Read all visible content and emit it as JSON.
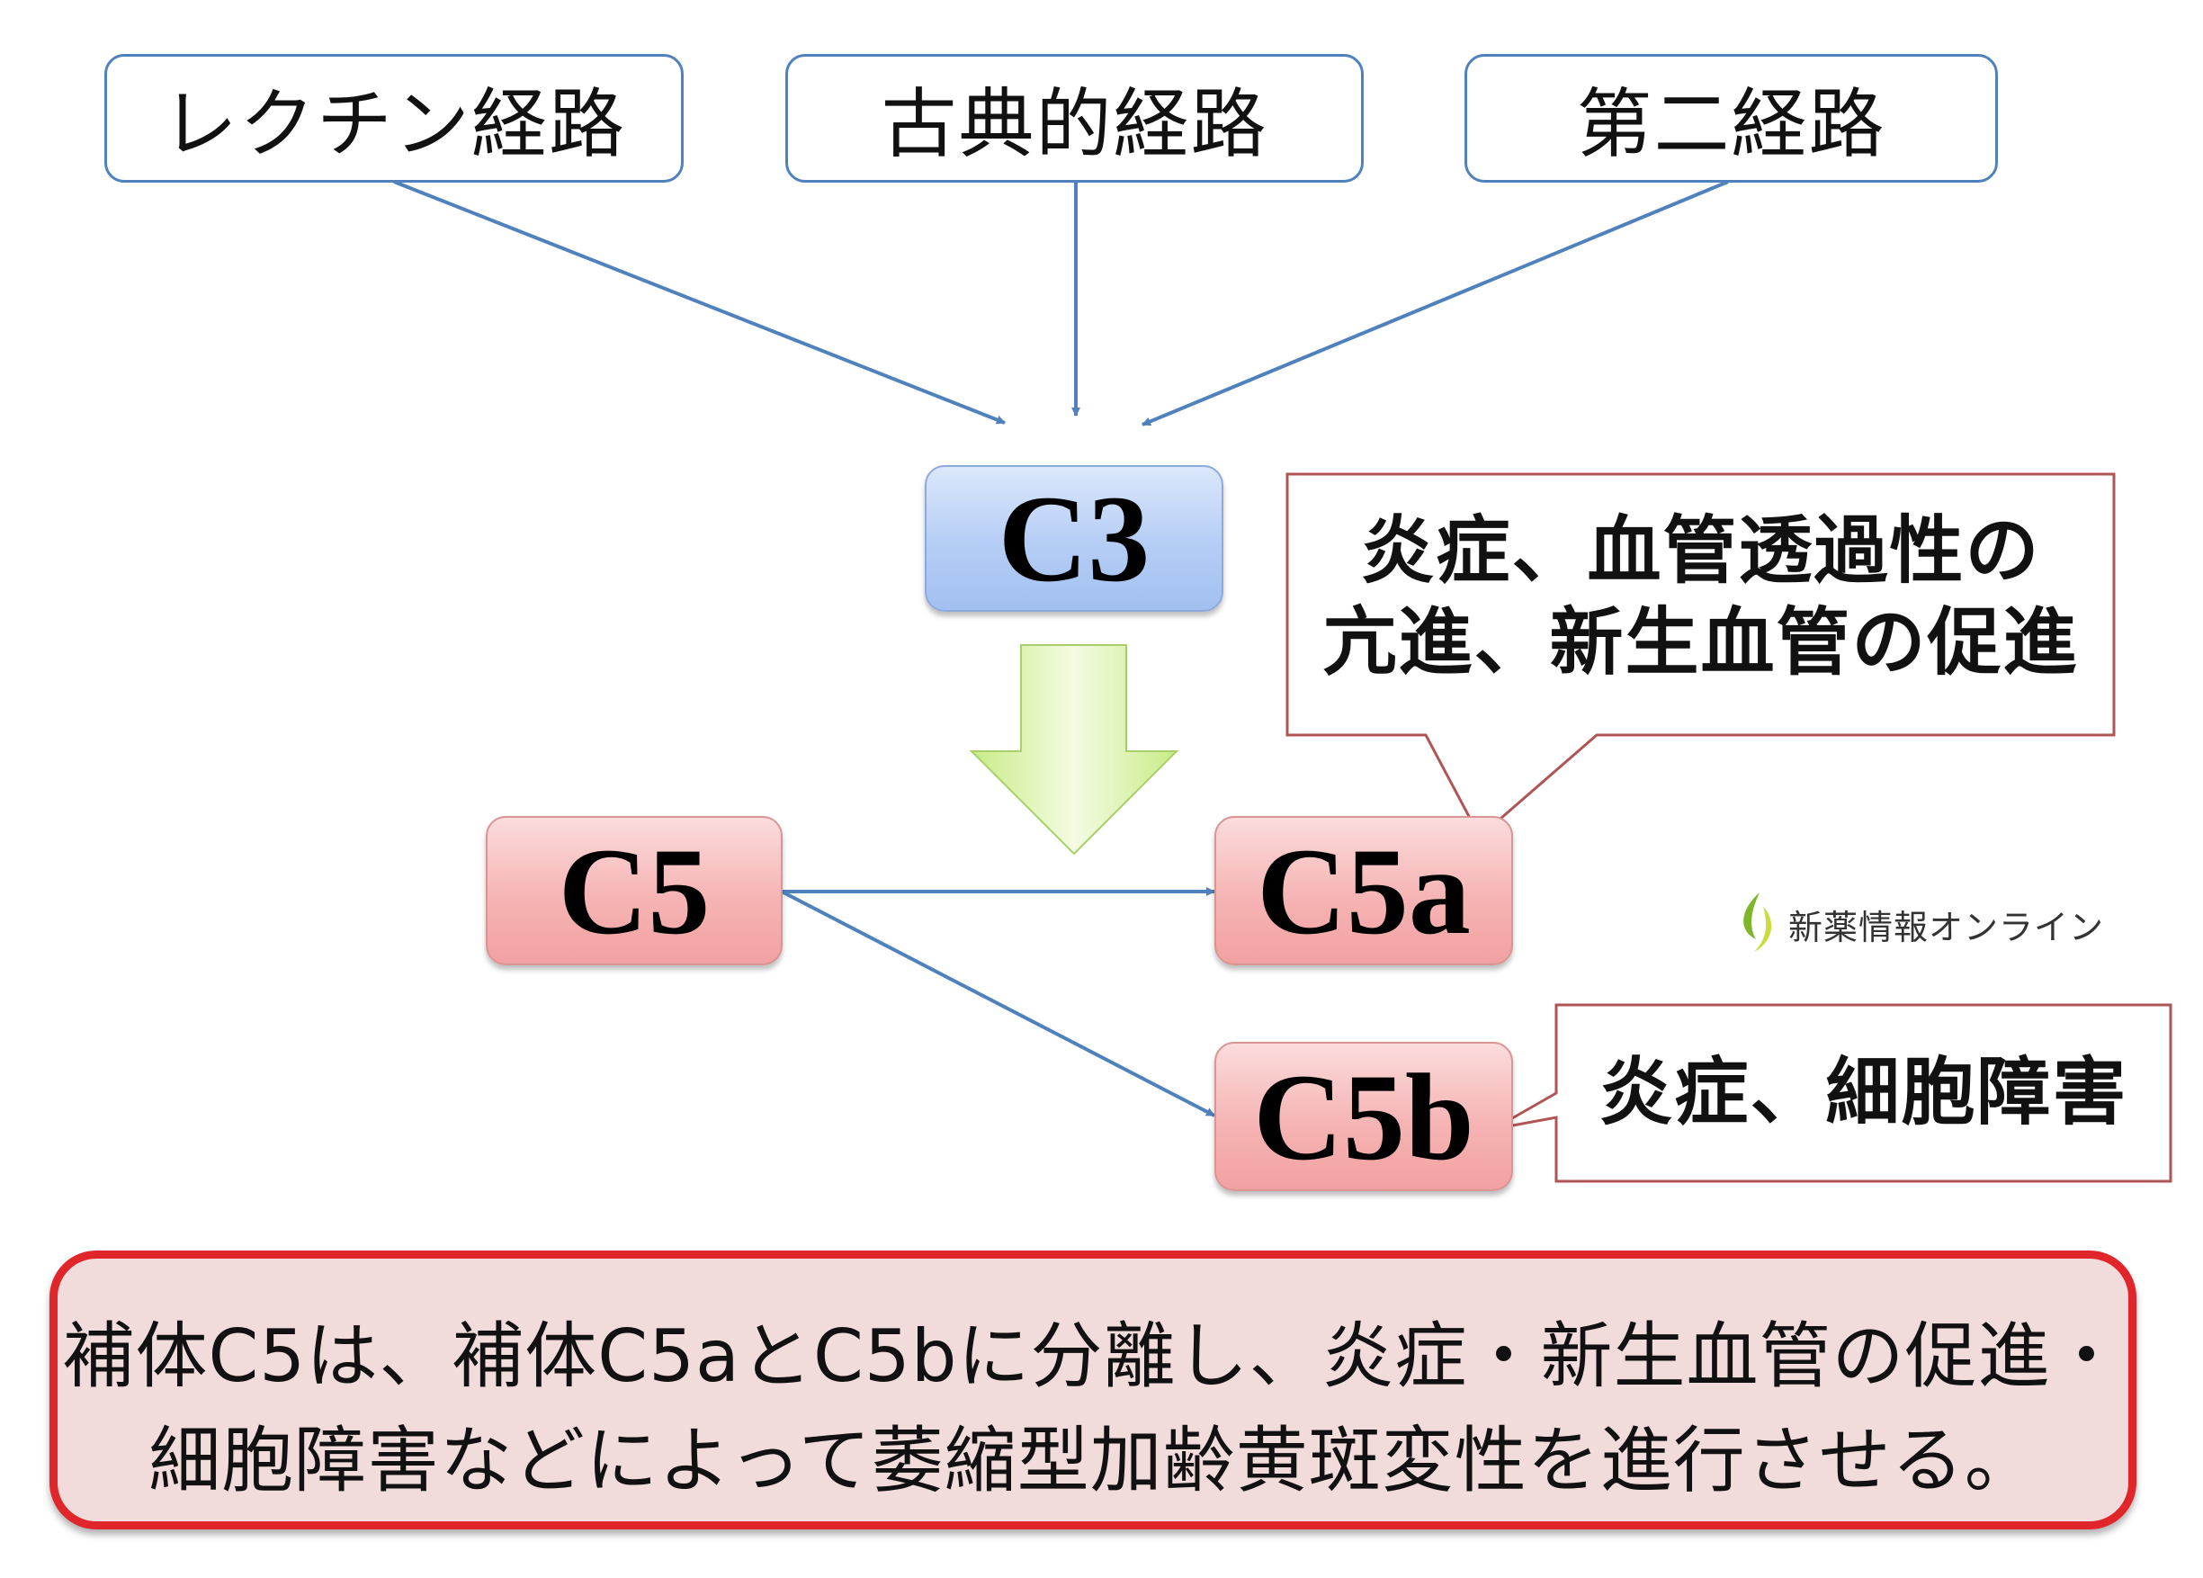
{
  "pathways": [
    {
      "label": "レクチン経路"
    },
    {
      "label": "古典的経路"
    },
    {
      "label": "第二経路"
    }
  ],
  "nodes": {
    "c3": "C3",
    "c5": "C5",
    "c5a": "C5a",
    "c5b": "C5b"
  },
  "callouts": {
    "c5a_effect": [
      "炎症、血管透過性の",
      "亢進、新生血管の促進"
    ],
    "c5b_effect": "炎症、細胞障害"
  },
  "summary": {
    "lines": [
      "補体C5は、補体C5aとC5bに分離し、炎症・新生血管の促進・",
      "細胞障害などによって萎縮型加齢黄斑変性を進行させる。"
    ]
  },
  "logo": {
    "text": "新薬情報オンライン"
  },
  "colors": {
    "arrow": "#4f81bd",
    "pathway_border": "#4f81bd",
    "node_blue": "#b4cdf5",
    "node_red": "#f6b4b4",
    "callout_border": "#b05555",
    "summary_border": "#e0262b",
    "summary_fill": "#f2dcdb",
    "big_arrow": "#d6f0a0"
  }
}
